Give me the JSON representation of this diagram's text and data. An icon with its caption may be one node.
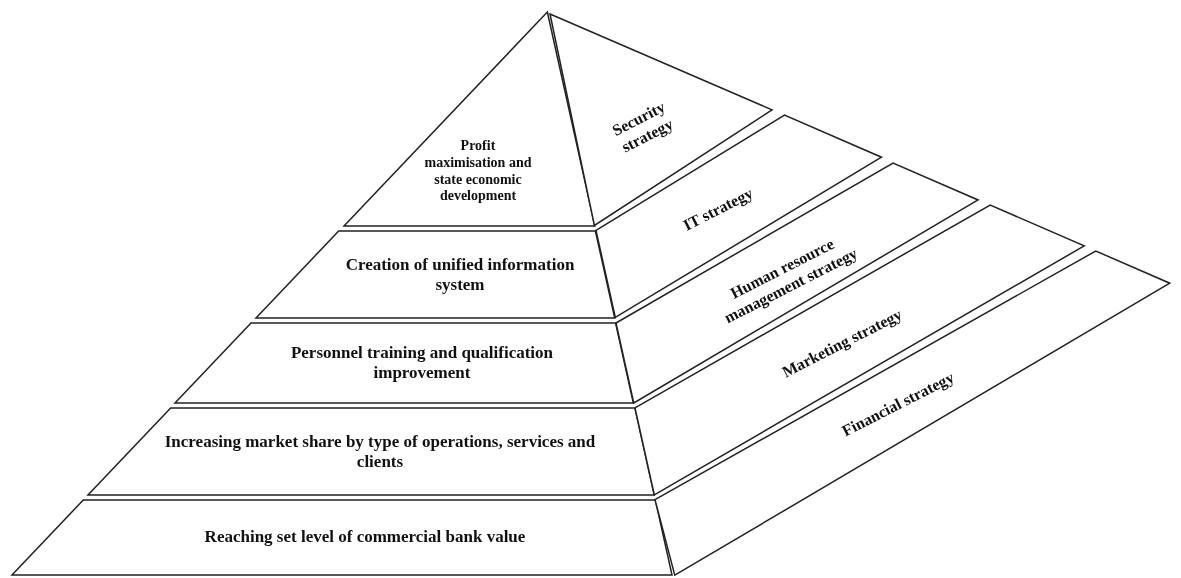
{
  "diagram": {
    "nodes": [
      {
        "text": [
          "Profit maximisation and state economic development"
        ]
      },
      {
        "text": [
          "Creation of unified information system"
        ]
      },
      {
        "text": [
          "Personnel training and qualification improvement"
        ]
      },
      {
        "text": [
          "Increasing market share by type of operations, services and clients"
        ]
      },
      {
        "text": [
          "Reaching set level of commercial bank value"
        ]
      },
      {
        "text": [
          "Security strategy"
        ]
      },
      {
        "text": [
          "IT strategy"
        ]
      },
      {
        "text": [
          "Human resource management strategy"
        ]
      },
      {
        "text": [
          "Marketing strategy"
        ]
      },
      {
        "text": [
          "Financial strategy"
        ]
      }
    ]
  }
}
